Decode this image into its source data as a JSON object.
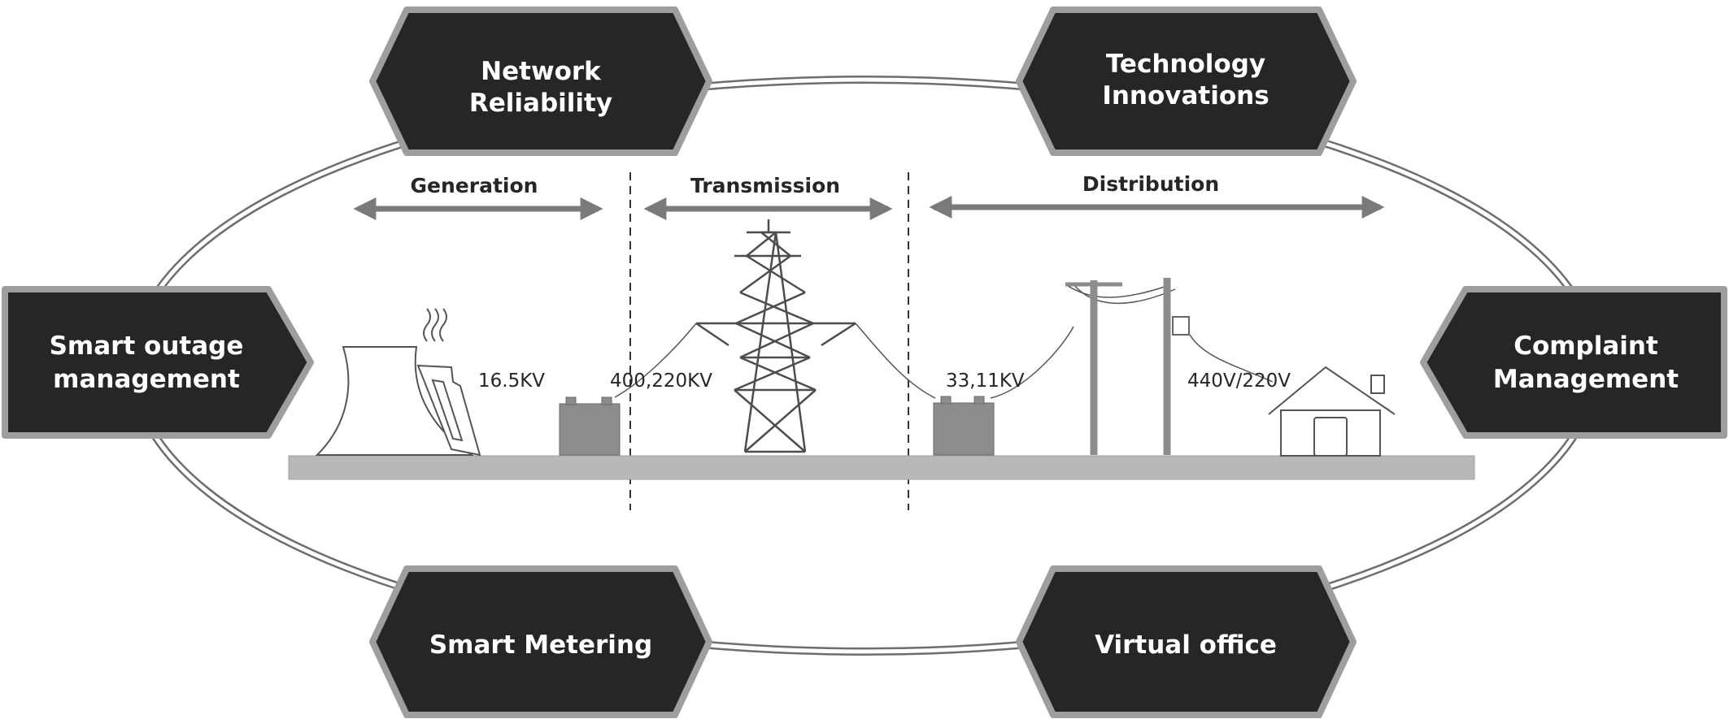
{
  "colors": {
    "hex_fill": "#262626",
    "hex_border": "#9e9e9e",
    "ring": "#3a3a3a",
    "ground": "#b8b8b8",
    "equipment": "#8c8c8c",
    "arrow": "#7a7a7a"
  },
  "hexagons": {
    "network_reliability": {
      "line1": "Network",
      "line2": "Reliability"
    },
    "technology_innovations": {
      "line1": "Technology",
      "line2": "Innovations"
    },
    "smart_outage": {
      "line1": "Smart outage",
      "line2": "management"
    },
    "complaint_management": {
      "line1": "Complaint",
      "line2": "Management"
    },
    "smart_metering": {
      "line1": "Smart Metering"
    },
    "virtual_office": {
      "line1": "Virtual office"
    }
  },
  "sections": {
    "generation": "Generation",
    "transmission": "Transmission",
    "distribution": "Distribution"
  },
  "voltages": {
    "generation": "16.5KV",
    "transmission": "400,220KV",
    "distribution_primary": "33,11KV",
    "distribution_secondary": "440V/220V"
  }
}
